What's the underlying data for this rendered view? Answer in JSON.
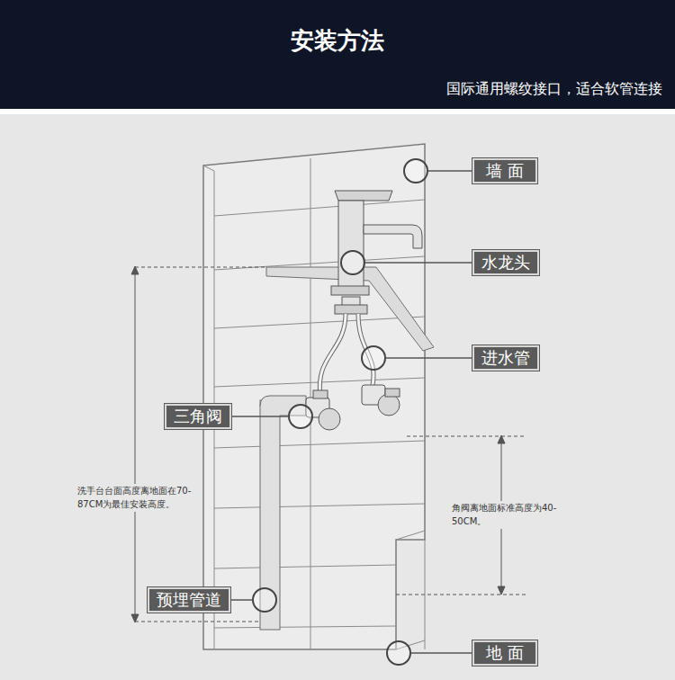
{
  "diagram": {
    "title": "安装方法",
    "nodes": [
      {
        "text": [
          "墙 面"
        ]
      },
      {
        "text": [
          "水龙头"
        ]
      },
      {
        "text": [
          "进水管"
        ]
      },
      {
        "text": [
          "三角阀"
        ]
      },
      {
        "text": [
          "预埋管道"
        ]
      },
      {
        "text": [
          "地 面"
        ]
      }
    ],
    "labels": [
      "国际通用螺纹接口，适合软管连接",
      "洗手台台面高度离地面在70-87CM为最佳安装高度。",
      "角阀离地面标准高度为40-50CM。"
    ]
  }
}
